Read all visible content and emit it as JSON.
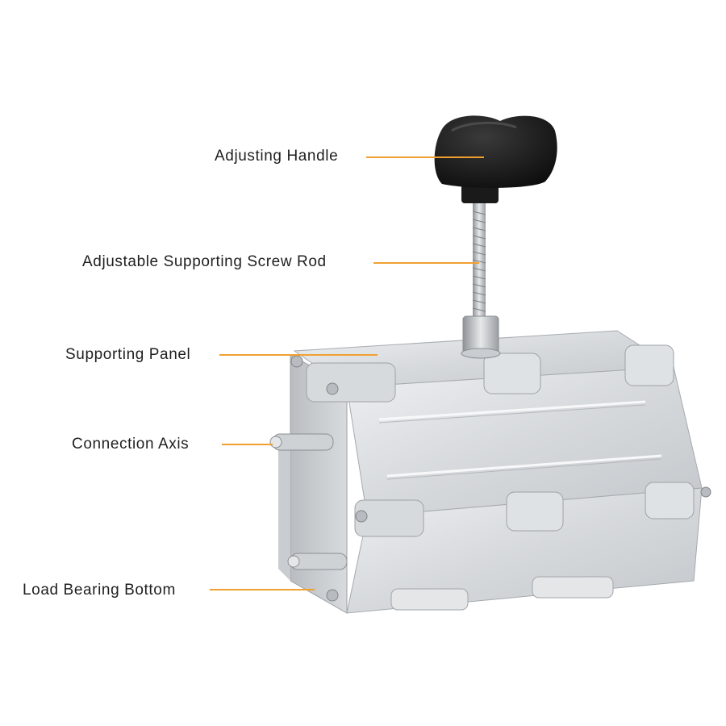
{
  "labels": {
    "adjusting_handle": "Adjusting Handle",
    "screw_rod": "Adjustable Supporting Screw Rod",
    "supporting_panel": "Supporting Panel",
    "connection_axis": "Connection Axis",
    "load_bearing_bottom": "Load Bearing Bottom"
  },
  "colors": {
    "leader_line": "#f0a030",
    "background": "#ffffff",
    "metal": "#d9dcdf",
    "knob": "#151515"
  }
}
